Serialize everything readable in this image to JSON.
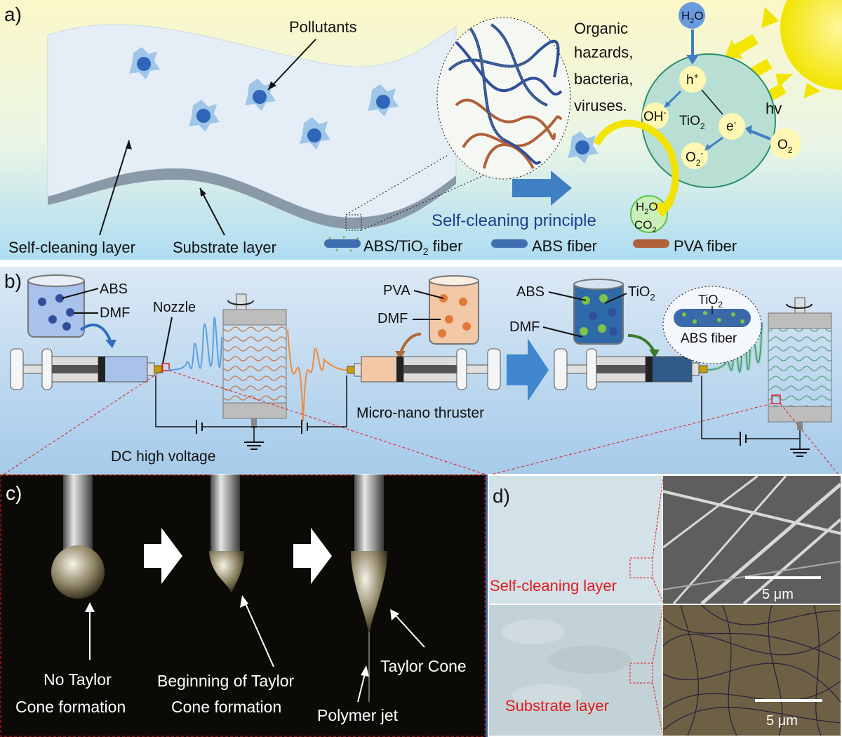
{
  "panel_a": {
    "tag": "a)",
    "pollutants": "Pollutants",
    "self_cleaning_layer": "Self-cleaning layer",
    "substrate_layer": "Substrate layer",
    "self_cleaning_principle": "Self-cleaning principle",
    "organic_1": "Organic",
    "organic_2": "hazards,",
    "organic_3": "bacteria,",
    "organic_4": "viruses.",
    "h2o_top_main": "H",
    "h2o_top_sub": "2",
    "h2o_top_end": "O",
    "h_plus_main": "h",
    "h_plus_sup": "+",
    "oh_main": "OH",
    "oh_sup": "-",
    "tio2_main": "TiO",
    "tio2_sub": "2",
    "e_main": "e",
    "e_sup": "-",
    "o2r_main": "O",
    "o2r_sub": "2",
    "o2r_sup": "-",
    "hv": "hv",
    "o2_main": "O",
    "o2_sub": "2",
    "h2o_bottom_main": "H",
    "h2o_bottom_sub": "2",
    "h2o_bottom_end": "O",
    "co2_main": "CO",
    "co2_sub": "2",
    "legend_abs_tio2_a": "ABS/TiO",
    "legend_abs_tio2_sub": "2",
    "legend_abs_tio2_b": " fiber",
    "legend_abs": "ABS fiber",
    "legend_pva": "PVA fiber"
  },
  "panel_b": {
    "tag": "b)",
    "abs": "ABS",
    "dmf": "DMF",
    "nozzle": "Nozzle",
    "dc_high_voltage": "DC high voltage",
    "pva": "PVA",
    "dmf_2": "DMF",
    "micro_nano_thruster": "Micro-nano thruster",
    "abs_2": "ABS",
    "tio2_main": "TiO",
    "tio2_sub": "2",
    "dmf_3": "DMF",
    "inset_tio2_main": "TiO",
    "inset_tio2_sub": "2",
    "inset_abs_fiber": "ABS  fiber"
  },
  "panel_c": {
    "tag": "c)",
    "label1_line1": "No Taylor",
    "label1_line2": "Cone formation",
    "label2_line1": "Beginning of Taylor",
    "label2_line2": "Cone formation",
    "taylor_cone": "Taylor Cone",
    "polymer_jet": "Polymer jet"
  },
  "panel_d": {
    "tag": "d)",
    "self_cleaning_layer": "Self-cleaning layer",
    "substrate_layer": "Substrate layer",
    "scale_top": "5 μm",
    "scale_bottom": "5  μm"
  },
  "colors": {
    "abs_fiber": "#2f4f9a",
    "pva_fiber": "#b0603a",
    "tio2_dots": "#7fae4a",
    "sun": "#f2e400",
    "arrow_blue": "#3f7fc4",
    "red_guide": "#e41a1c"
  }
}
